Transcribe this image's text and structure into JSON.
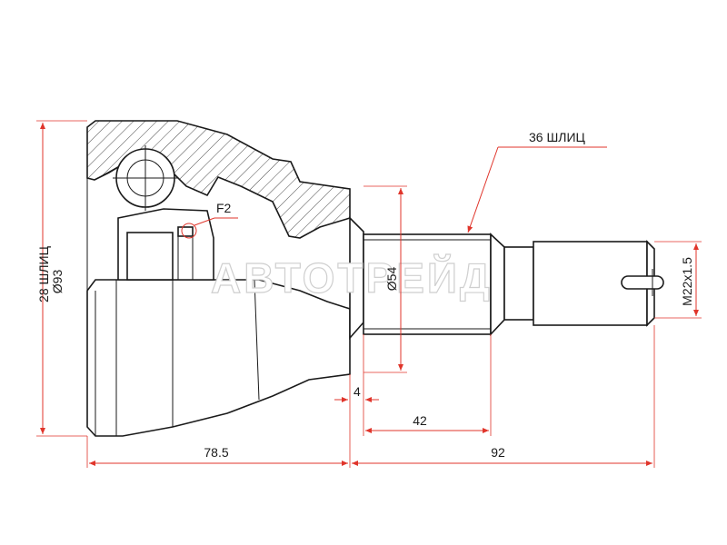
{
  "watermark": "АВТОТРЕЙД",
  "labels": {
    "outer_diameter": "Ø93",
    "outer_splines": "28 ШЛИЦ",
    "shaft_splines": "36 ШЛИЦ",
    "shaft_diameter": "Ø54",
    "thread": "M22x1.5",
    "fillet": "F2"
  },
  "dimensions": {
    "body_length": "78.5",
    "shaft_length": "92",
    "spline_length": "42",
    "collar_width": "4"
  },
  "colors": {
    "dimension_lines": "#e0352b",
    "outline": "#1a1a1a",
    "watermark_outline": "#cfcfcf"
  }
}
